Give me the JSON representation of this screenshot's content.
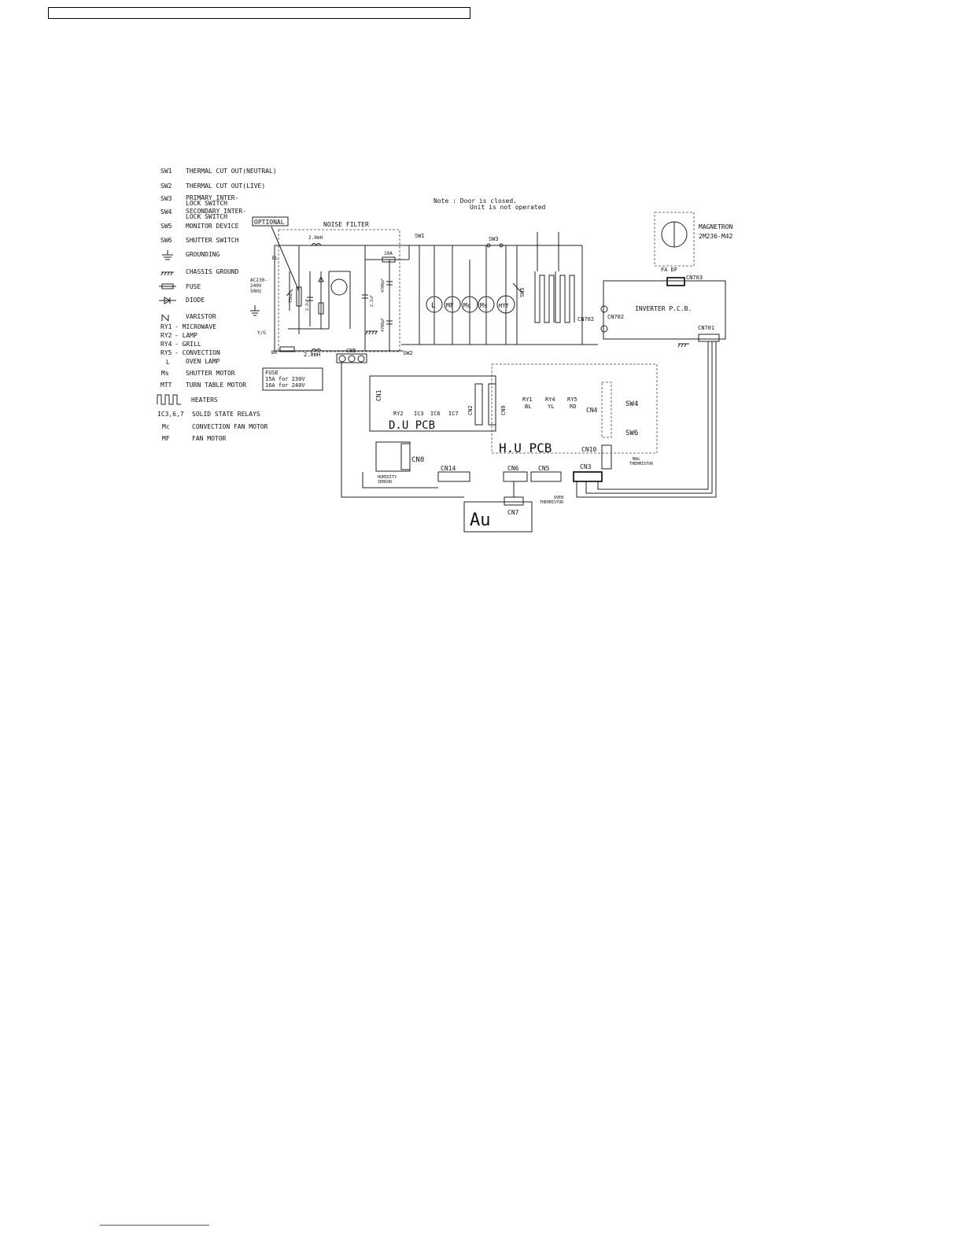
{
  "legend": [
    {
      "code": "SW1",
      "desc": "THERMAL CUT OUT(NEUTRAL)"
    },
    {
      "code": "SW2",
      "desc": "THERMAL CUT OUT(LIVE)"
    },
    {
      "code": "SW3",
      "desc": "PRIMARY INTER-",
      "desc2": "LOCK SWITCH"
    },
    {
      "code": "SW4",
      "desc": "SECONDARY INTER-",
      "desc2": "LOCK SWITCH"
    },
    {
      "code": "SW5",
      "desc": "MONITOR DEVICE"
    },
    {
      "code": "SW6",
      "desc": "SHUTTER SWITCH"
    },
    {
      "code": "",
      "desc": "GROUNDING"
    },
    {
      "code": "",
      "desc": "CHASSIS GROUND"
    },
    {
      "code": "",
      "desc": "FUSE"
    },
    {
      "code": "",
      "desc": "DIODE"
    },
    {
      "code": "",
      "desc": "VARISTOR"
    },
    {
      "code": "RY1",
      "desc": "- MICROWAVE"
    },
    {
      "code": "RY2",
      "desc": "- LAMP"
    },
    {
      "code": "RY4",
      "desc": "- GRILL"
    },
    {
      "code": "RY5",
      "desc": "- CONVECTION"
    },
    {
      "code": "L",
      "desc": "OVEN LAMP"
    },
    {
      "code": "Ms",
      "desc": "SHUTTER MOTOR"
    },
    {
      "code": "MTT",
      "desc": "TURN TABLE MOTOR"
    },
    {
      "code": "",
      "desc": "HEATERS"
    },
    {
      "code": "IC3,6,7",
      "desc": "SOLID STATE RELAYS"
    },
    {
      "code": "Mc",
      "desc": "CONVECTION FAN MOTOR"
    },
    {
      "code": "MF",
      "desc": "FAN MOTOR"
    }
  ],
  "note": {
    "line1": "Note : Door is closed.",
    "line2": "Unit is not operated"
  },
  "labels": {
    "optional": "OPTIONAL",
    "noise_filter": "NOISE FILTER",
    "inductor_top": "2.0mH",
    "inductor_bottom": "2.0mH",
    "fuse_10a": "10A",
    "ac_input": "AC230-",
    "ac_input2": "240V",
    "ac_input3": "50Hz",
    "bl": "BL",
    "yg": "Y/G",
    "br": "BR",
    "fuse_title": "FUSE",
    "fuse_230": "15A for 230V",
    "fuse_240": "16A for 240V",
    "sw1": "SW1",
    "sw2": "SW2",
    "sw3": "SW3",
    "sw5": "SW5",
    "cn5_filter": "CN5",
    "magnetron": "MAGNETRON",
    "magnetron_model": "2M236-M42",
    "fa_df": "FA DF",
    "cn703": "CN703",
    "inverter": "INVERTER P.C.B.",
    "cn702a": "CN702",
    "cn702b": "CN702",
    "cn701": "CN701",
    "cn1": "CN1",
    "cn2": "CN2",
    "cn9": "CN9",
    "du_pcb": "D.U PCB",
    "hu_pcb": "H.U PCB",
    "ry2": "RY2",
    "ic3": "IC3",
    "ic6": "IC6",
    "ic7": "IC7",
    "ry1": "RY1",
    "ry1_c": "BL",
    "ry4": "RY4",
    "ry4_c": "YL",
    "ry5": "RY5",
    "ry5_c": "RD",
    "cn4": "CN4",
    "sw4": "SW4",
    "sw6": "SW6",
    "cn10": "CN10",
    "mag_thermistor": "MAG",
    "mag_thermistor2": "THERMISTOR",
    "cn8": "CN8",
    "humidity": "HUMIDITY",
    "humidity2": "SENSOR",
    "cn14": "CN14",
    "cn6": "CN6",
    "cn5": "CN5",
    "cn3": "CN3",
    "oven_thermistor": "OVEN",
    "oven_thermistor2": "THERMISTOR",
    "cn7": "CN7",
    "au": "Au",
    "motor_l": "L",
    "motor_mf": "MF",
    "motor_mc": "Mc",
    "motor_ms": "Ms",
    "motor_mtt": "MTT",
    "cap1": "2.2uF",
    "cap2": "4700pF",
    "res1": "75kΩ",
    "res2": "2.2uF"
  }
}
